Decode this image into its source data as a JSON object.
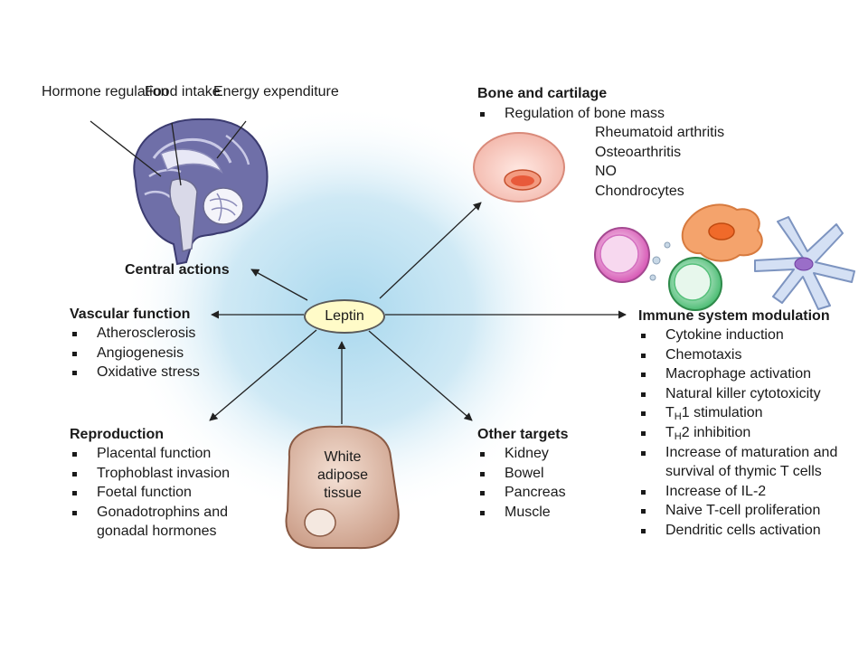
{
  "center": {
    "label": "Leptin"
  },
  "brain": {
    "labels": [
      {
        "id": "hormone",
        "text": "Hormone regulation"
      },
      {
        "id": "food",
        "text": "Food intake"
      },
      {
        "id": "energy",
        "text": "Energy expenditure"
      }
    ],
    "heading": "Central actions"
  },
  "bone": {
    "heading": "Bone and cartilage",
    "item": "Regulation of bone mass",
    "subitems": [
      "Rheumatoid arthritis",
      "Osteoarthritis",
      "NO",
      "Chondrocytes"
    ]
  },
  "vascular": {
    "heading": "Vascular function",
    "items": [
      "Atherosclerosis",
      "Angiogenesis",
      "Oxidative stress"
    ]
  },
  "immune": {
    "heading": "Immune system modulation",
    "items": [
      "Cytokine induction",
      "Chemotaxis",
      "Macrophage activation",
      "Natural killer cytotoxicity",
      "T_H1 stimulation",
      "T_H2 inhibition",
      "Increase of maturation and survival of thymic T cells",
      "Increase of IL-2",
      "Naive T-cell proliferation",
      "Dendritic cells activation"
    ]
  },
  "reproduction": {
    "heading": "Reproduction",
    "items": [
      "Placental function",
      "Trophoblast invasion",
      "Foetal function",
      "Gonadotrophins and gonadal hormones"
    ]
  },
  "other": {
    "heading": "Other targets",
    "items": [
      "Kidney",
      "Bowel",
      "Pancreas",
      "Muscle"
    ]
  },
  "adipose": {
    "label": "White adipose tissue"
  },
  "colors": {
    "glow": "#bfe2f2",
    "leptin_fill": "#fffbc8",
    "brain": "#6f6fa8",
    "bone_cell": "#f7c9c0",
    "adipose": "#d9b5a2",
    "macrophage": "#f0a070",
    "dendritic": "#c8d8f0"
  }
}
